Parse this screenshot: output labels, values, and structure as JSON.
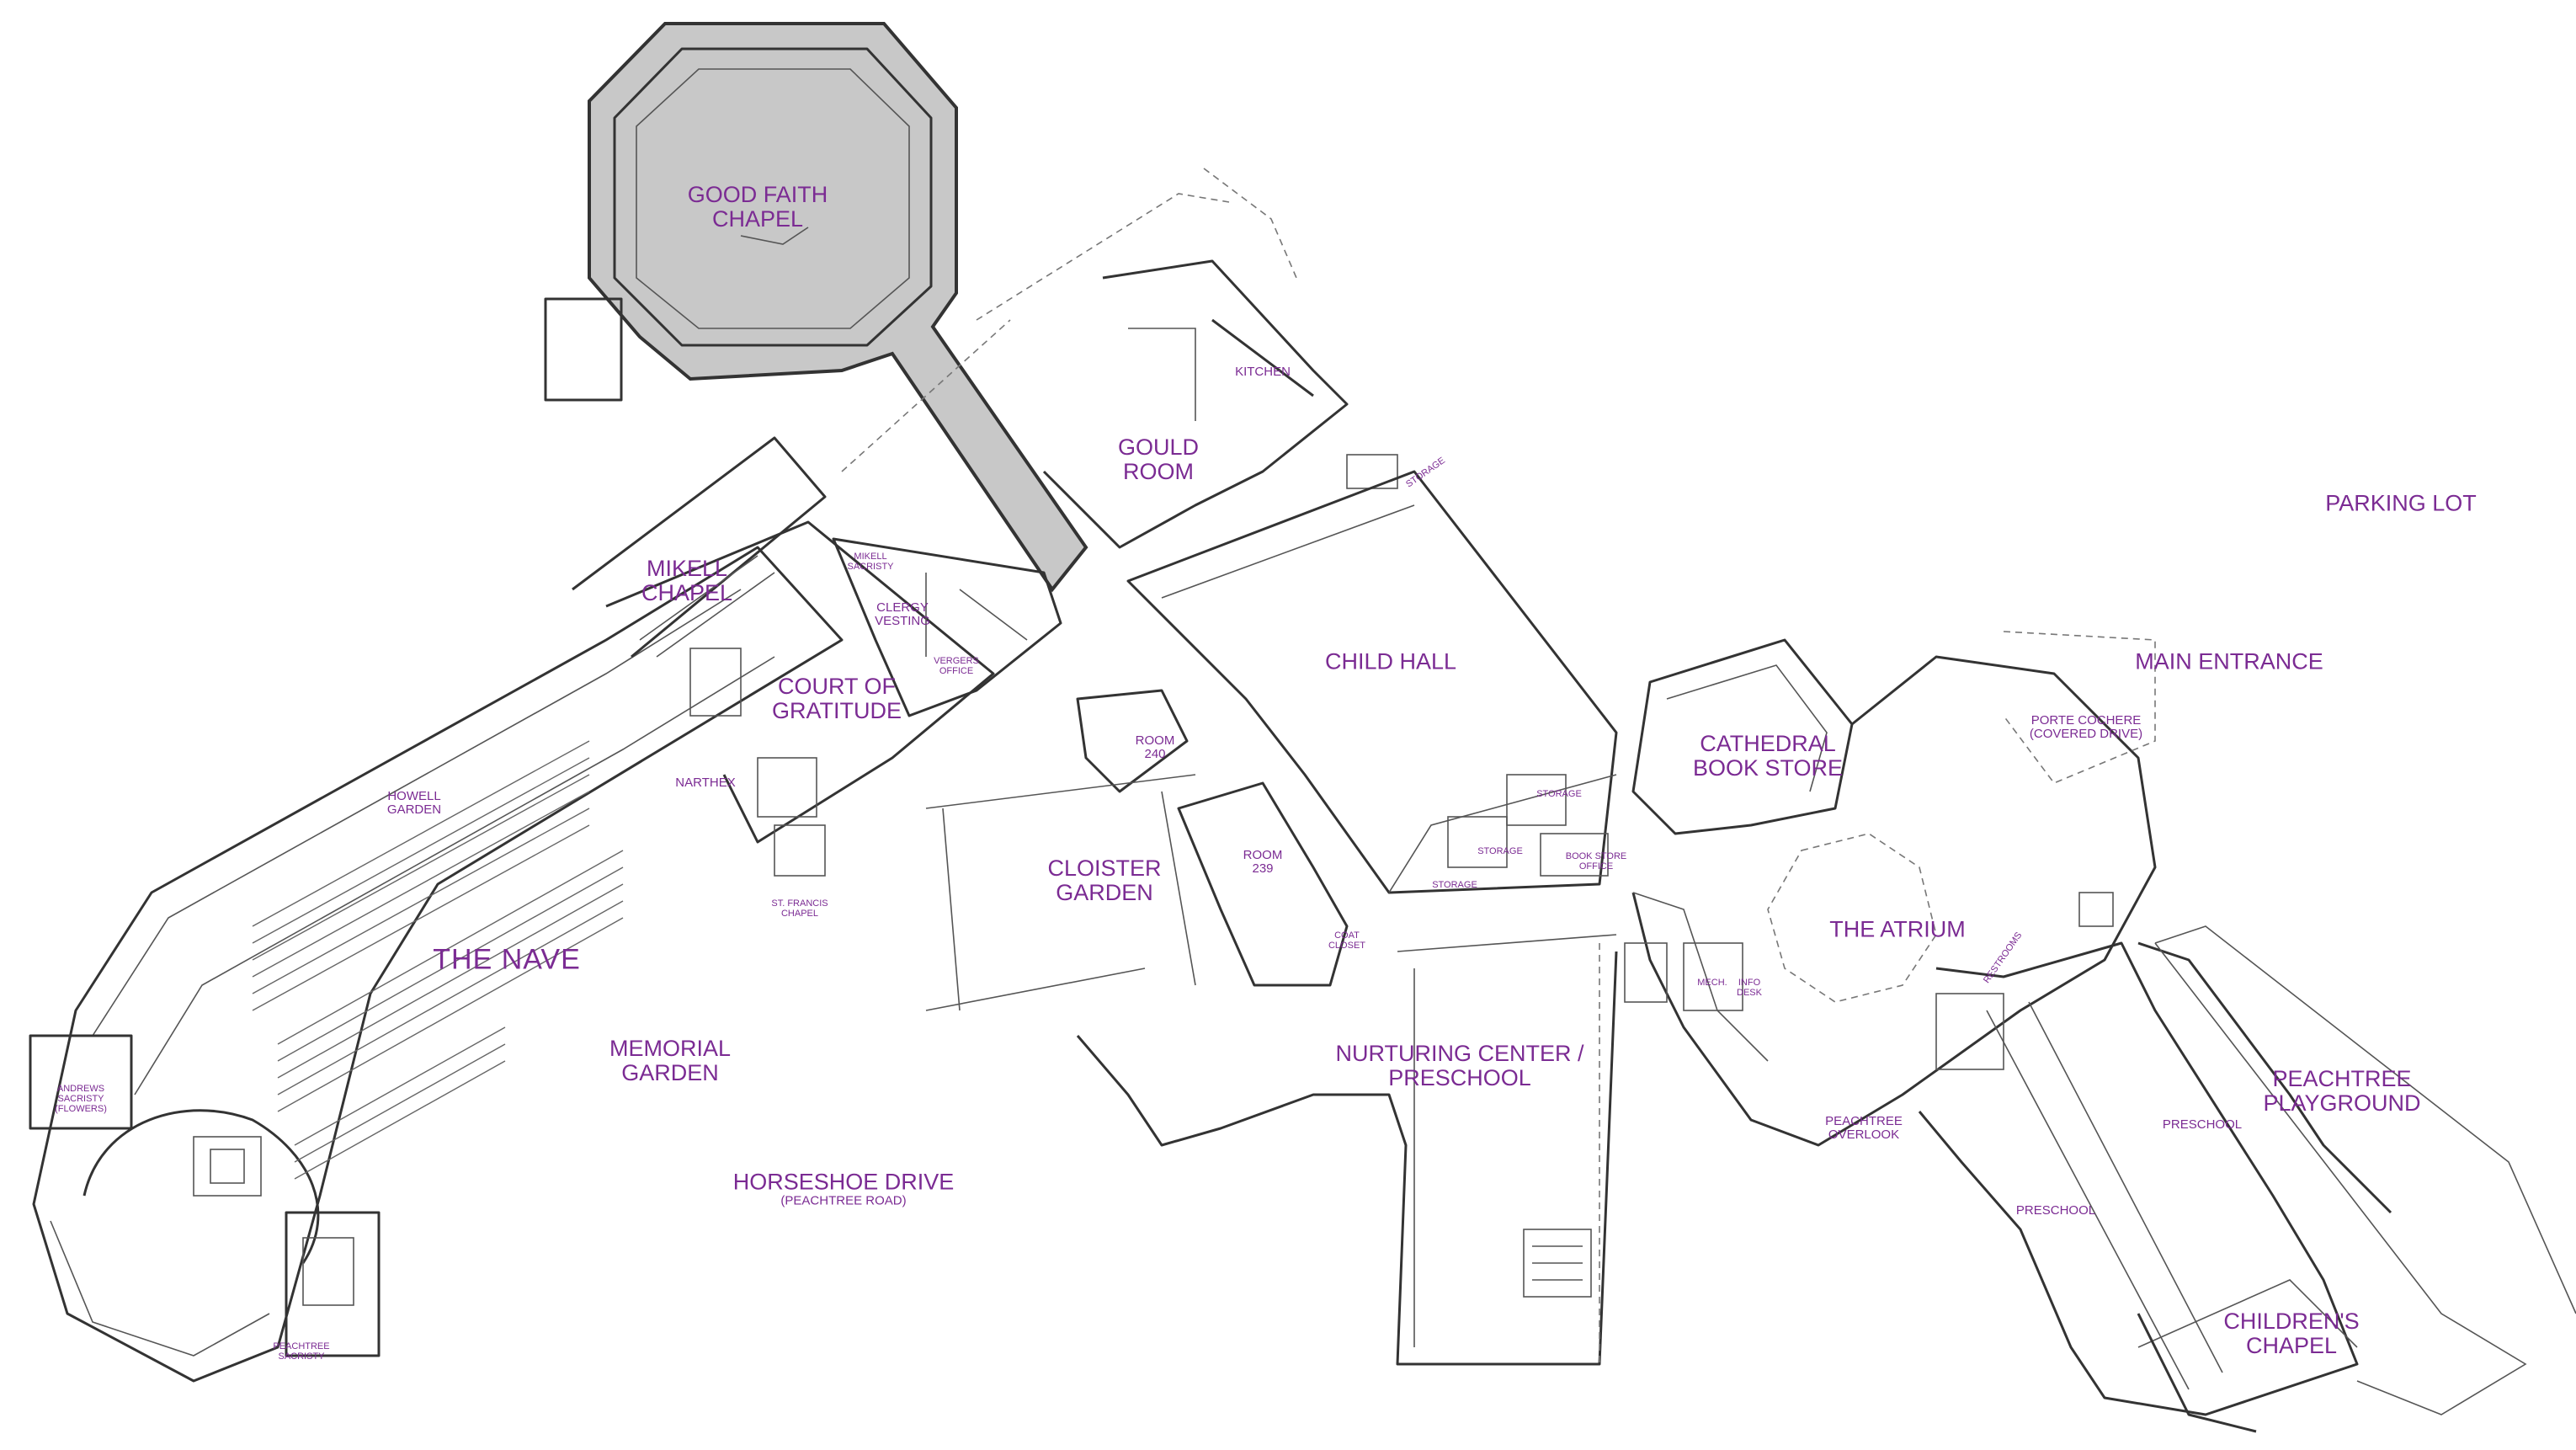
{
  "map": {
    "label_color": "#7b2b93",
    "chapel_fill_color": "#c8c8c8",
    "labels": {
      "good_faith_chapel": [
        "GOOD FAITH",
        "CHAPEL"
      ],
      "kitchen": "KITCHEN",
      "gould_room": [
        "GOULD",
        "ROOM"
      ],
      "storage_small": "STORAGE",
      "parking_lot": "PARKING LOT",
      "mikell_sacristy": [
        "MIKELL",
        "SACRISTY"
      ],
      "mikell_chapel": [
        "MIKELL",
        "CHAPEL"
      ],
      "clergy_vesting": [
        "CLERGY",
        "VESTING"
      ],
      "vergers_office": [
        "VERGERS",
        "OFFICE"
      ],
      "child_hall": "CHILD HALL",
      "main_entrance": "MAIN ENTRANCE",
      "porte_cochere": [
        "PORTE COCHERE",
        "(COVERED DRIVE)"
      ],
      "court_of_gratitude": [
        "COURT OF",
        "GRATITUDE"
      ],
      "room_240": [
        "ROOM",
        "240"
      ],
      "cathedral_book_store": [
        "CATHEDRAL",
        "BOOK STORE"
      ],
      "howell_garden": [
        "HOWELL",
        "GARDEN"
      ],
      "narthex": "NARTHEX",
      "storage_1": "STORAGE",
      "storage_2": "STORAGE",
      "storage_3": "STORAGE",
      "book_store_office": [
        "BOOK STORE",
        "OFFICE"
      ],
      "room_239": [
        "ROOM",
        "239"
      ],
      "cloister_garden": [
        "CLOISTER",
        "GARDEN"
      ],
      "the_atrium": "THE ATRIUM",
      "st_francis_chapel": [
        "ST. FRANCIS",
        "CHAPEL"
      ],
      "coat_closet": [
        "COAT",
        "CLOSET"
      ],
      "the_nave": "THE NAVE",
      "restrooms": "RESTROOMS",
      "mech": "MECH.",
      "info_desk": [
        "INFO",
        "DESK"
      ],
      "memorial_garden": [
        "MEMORIAL",
        "GARDEN"
      ],
      "nurturing_center": [
        "NURTURING CENTER /",
        "PRESCHOOL"
      ],
      "peachtree_playground": [
        "PEACHTREE",
        "PLAYGROUND"
      ],
      "andrews_sacristy": [
        "ANDREWS",
        "SACRISTY",
        "(FLOWERS)"
      ],
      "preschool_1": "PRESCHOOL",
      "peachtree_overlook": [
        "PEACHTREE",
        "OVERLOOK"
      ],
      "horseshoe_drive": "HORSESHOE DRIVE",
      "peachtree_road": "(PEACHTREE ROAD)",
      "preschool_2": "PRESCHOOL",
      "childrens_chapel": [
        "CHILDREN'S",
        "CHAPEL"
      ],
      "peachtree_sacristy": [
        "PEACHTREE",
        "SACRISTY"
      ]
    }
  }
}
